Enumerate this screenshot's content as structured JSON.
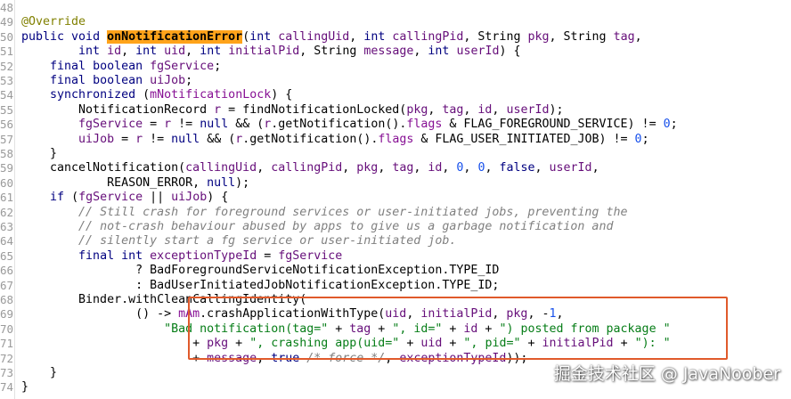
{
  "editor": {
    "line_numbers": [
      "48",
      "49",
      "50",
      "51",
      "52",
      "53",
      "54",
      "55",
      "56",
      "57",
      "58",
      "59",
      "60",
      "61",
      "62",
      "63",
      "64",
      "65",
      "66",
      "67",
      "68",
      "69",
      "70",
      "71",
      "72",
      "73",
      "74"
    ],
    "lines": [
      [],
      [
        {
          "t": "@Override",
          "c": "a"
        }
      ],
      [
        {
          "t": "public ",
          "c": "k"
        },
        {
          "t": "void ",
          "c": "k"
        },
        {
          "t": "onNotificationError",
          "c": "h"
        },
        {
          "t": "("
        },
        {
          "t": "int ",
          "c": "k"
        },
        {
          "t": "callingUid",
          "c": "v"
        },
        {
          "t": ", "
        },
        {
          "t": "int ",
          "c": "k"
        },
        {
          "t": "callingPid",
          "c": "v"
        },
        {
          "t": ", String "
        },
        {
          "t": "pkg",
          "c": "v"
        },
        {
          "t": ", String "
        },
        {
          "t": "tag",
          "c": "v"
        },
        {
          "t": ","
        }
      ],
      [
        {
          "t": "        "
        },
        {
          "t": "int ",
          "c": "k"
        },
        {
          "t": "id",
          "c": "v"
        },
        {
          "t": ", "
        },
        {
          "t": "int ",
          "c": "k"
        },
        {
          "t": "uid",
          "c": "v"
        },
        {
          "t": ", "
        },
        {
          "t": "int ",
          "c": "k"
        },
        {
          "t": "initialPid",
          "c": "v"
        },
        {
          "t": ", String "
        },
        {
          "t": "message",
          "c": "v"
        },
        {
          "t": ", "
        },
        {
          "t": "int ",
          "c": "k"
        },
        {
          "t": "userId",
          "c": "v"
        },
        {
          "t": ") {"
        }
      ],
      [
        {
          "t": "    "
        },
        {
          "t": "final ",
          "c": "k"
        },
        {
          "t": "boolean ",
          "c": "k"
        },
        {
          "t": "fgService",
          "c": "v"
        },
        {
          "t": ";"
        }
      ],
      [
        {
          "t": "    "
        },
        {
          "t": "final ",
          "c": "k"
        },
        {
          "t": "boolean ",
          "c": "k"
        },
        {
          "t": "uiJob",
          "c": "v"
        },
        {
          "t": ";"
        }
      ],
      [
        {
          "t": "    "
        },
        {
          "t": "synchronized ",
          "c": "k"
        },
        {
          "t": "("
        },
        {
          "t": "mNotificationLock",
          "c": "f"
        },
        {
          "t": ") {"
        }
      ],
      [
        {
          "t": "        NotificationRecord "
        },
        {
          "t": "r",
          "c": "v"
        },
        {
          "t": " = findNotificationLocked("
        },
        {
          "t": "pkg",
          "c": "v"
        },
        {
          "t": ", "
        },
        {
          "t": "tag",
          "c": "v"
        },
        {
          "t": ", "
        },
        {
          "t": "id",
          "c": "v"
        },
        {
          "t": ", "
        },
        {
          "t": "userId",
          "c": "v"
        },
        {
          "t": ");"
        }
      ],
      [
        {
          "t": "        "
        },
        {
          "t": "fgService",
          "c": "v"
        },
        {
          "t": " = "
        },
        {
          "t": "r",
          "c": "v"
        },
        {
          "t": " != "
        },
        {
          "t": "null ",
          "c": "k"
        },
        {
          "t": "&& ("
        },
        {
          "t": "r",
          "c": "v"
        },
        {
          "t": ".getNotification()."
        },
        {
          "t": "flags",
          "c": "f"
        },
        {
          "t": " & FLAG_FOREGROUND_SERVICE) != "
        },
        {
          "t": "0",
          "c": "n"
        },
        {
          "t": ";"
        }
      ],
      [
        {
          "t": "        "
        },
        {
          "t": "uiJob",
          "c": "v"
        },
        {
          "t": " = "
        },
        {
          "t": "r",
          "c": "v"
        },
        {
          "t": " != "
        },
        {
          "t": "null ",
          "c": "k"
        },
        {
          "t": "&& ("
        },
        {
          "t": "r",
          "c": "v"
        },
        {
          "t": ".getNotification()."
        },
        {
          "t": "flags",
          "c": "f"
        },
        {
          "t": " & FLAG_USER_INITIATED_JOB) != "
        },
        {
          "t": "0",
          "c": "n"
        },
        {
          "t": ";"
        }
      ],
      [
        {
          "t": "    }"
        }
      ],
      [
        {
          "t": "    cancelNotification("
        },
        {
          "t": "callingUid",
          "c": "v"
        },
        {
          "t": ", "
        },
        {
          "t": "callingPid",
          "c": "v"
        },
        {
          "t": ", "
        },
        {
          "t": "pkg",
          "c": "v"
        },
        {
          "t": ", "
        },
        {
          "t": "tag",
          "c": "v"
        },
        {
          "t": ", "
        },
        {
          "t": "id",
          "c": "v"
        },
        {
          "t": ", "
        },
        {
          "t": "0",
          "c": "n"
        },
        {
          "t": ", "
        },
        {
          "t": "0",
          "c": "n"
        },
        {
          "t": ", "
        },
        {
          "t": "false",
          "c": "k"
        },
        {
          "t": ", "
        },
        {
          "t": "userId",
          "c": "v"
        },
        {
          "t": ","
        }
      ],
      [
        {
          "t": "            REASON_ERROR, "
        },
        {
          "t": "null",
          "c": "k"
        },
        {
          "t": ");"
        }
      ],
      [
        {
          "t": "    "
        },
        {
          "t": "if ",
          "c": "k"
        },
        {
          "t": "("
        },
        {
          "t": "fgService",
          "c": "v"
        },
        {
          "t": " || "
        },
        {
          "t": "uiJob",
          "c": "v"
        },
        {
          "t": ") {"
        }
      ],
      [
        {
          "t": "        "
        },
        {
          "t": "// Still crash for foreground services or user-initiated jobs, preventing the",
          "c": "c"
        }
      ],
      [
        {
          "t": "        "
        },
        {
          "t": "// not-crash behaviour abused by apps to give us a garbage notification and",
          "c": "c"
        }
      ],
      [
        {
          "t": "        "
        },
        {
          "t": "// silently start a fg service or user-initiated job.",
          "c": "c"
        }
      ],
      [
        {
          "t": "        "
        },
        {
          "t": "final ",
          "c": "k"
        },
        {
          "t": "int ",
          "c": "k"
        },
        {
          "t": "exceptionTypeId",
          "c": "v"
        },
        {
          "t": " = "
        },
        {
          "t": "fgService",
          "c": "v"
        }
      ],
      [
        {
          "t": "                ? BadForegroundServiceNotificationException.TYPE_ID"
        }
      ],
      [
        {
          "t": "                : BadUserInitiatedJobNotificationException.TYPE_ID;"
        }
      ],
      [
        {
          "t": "        Binder.withCleanCallingIdentity("
        }
      ],
      [
        {
          "t": "                () -> "
        },
        {
          "t": "mAm",
          "c": "f"
        },
        {
          "t": ".crashApplicationWithType("
        },
        {
          "t": "uid",
          "c": "v"
        },
        {
          "t": ", "
        },
        {
          "t": "initialPid",
          "c": "v"
        },
        {
          "t": ", "
        },
        {
          "t": "pkg",
          "c": "v"
        },
        {
          "t": ", -"
        },
        {
          "t": "1",
          "c": "n"
        },
        {
          "t": ","
        }
      ],
      [
        {
          "t": "                    "
        },
        {
          "t": "\"Bad notification(tag=\"",
          "c": "s"
        },
        {
          "t": " + "
        },
        {
          "t": "tag",
          "c": "v"
        },
        {
          "t": " + "
        },
        {
          "t": "\", id=\"",
          "c": "s"
        },
        {
          "t": " + "
        },
        {
          "t": "id",
          "c": "v"
        },
        {
          "t": " + "
        },
        {
          "t": "\") posted from package \"",
          "c": "s"
        }
      ],
      [
        {
          "t": "                        + "
        },
        {
          "t": "pkg",
          "c": "v"
        },
        {
          "t": " + "
        },
        {
          "t": "\", crashing app(uid=\"",
          "c": "s"
        },
        {
          "t": " + "
        },
        {
          "t": "uid",
          "c": "v"
        },
        {
          "t": " + "
        },
        {
          "t": "\", pid=\"",
          "c": "s"
        },
        {
          "t": " + "
        },
        {
          "t": "initialPid",
          "c": "v"
        },
        {
          "t": " + "
        },
        {
          "t": "\"): \"",
          "c": "s"
        }
      ],
      [
        {
          "t": "                        + "
        },
        {
          "t": "message",
          "c": "v"
        },
        {
          "t": ", "
        },
        {
          "t": "true ",
          "c": "k"
        },
        {
          "t": "/* force */",
          "c": "c"
        },
        {
          "t": ", "
        },
        {
          "t": "exceptionTypeId",
          "c": "v"
        },
        {
          "t": "));"
        }
      ],
      [
        {
          "t": "    }"
        }
      ],
      [
        {
          "t": "}"
        }
      ]
    ]
  },
  "watermark": {
    "text": "掘金技术社区 @ JavaNoober"
  }
}
